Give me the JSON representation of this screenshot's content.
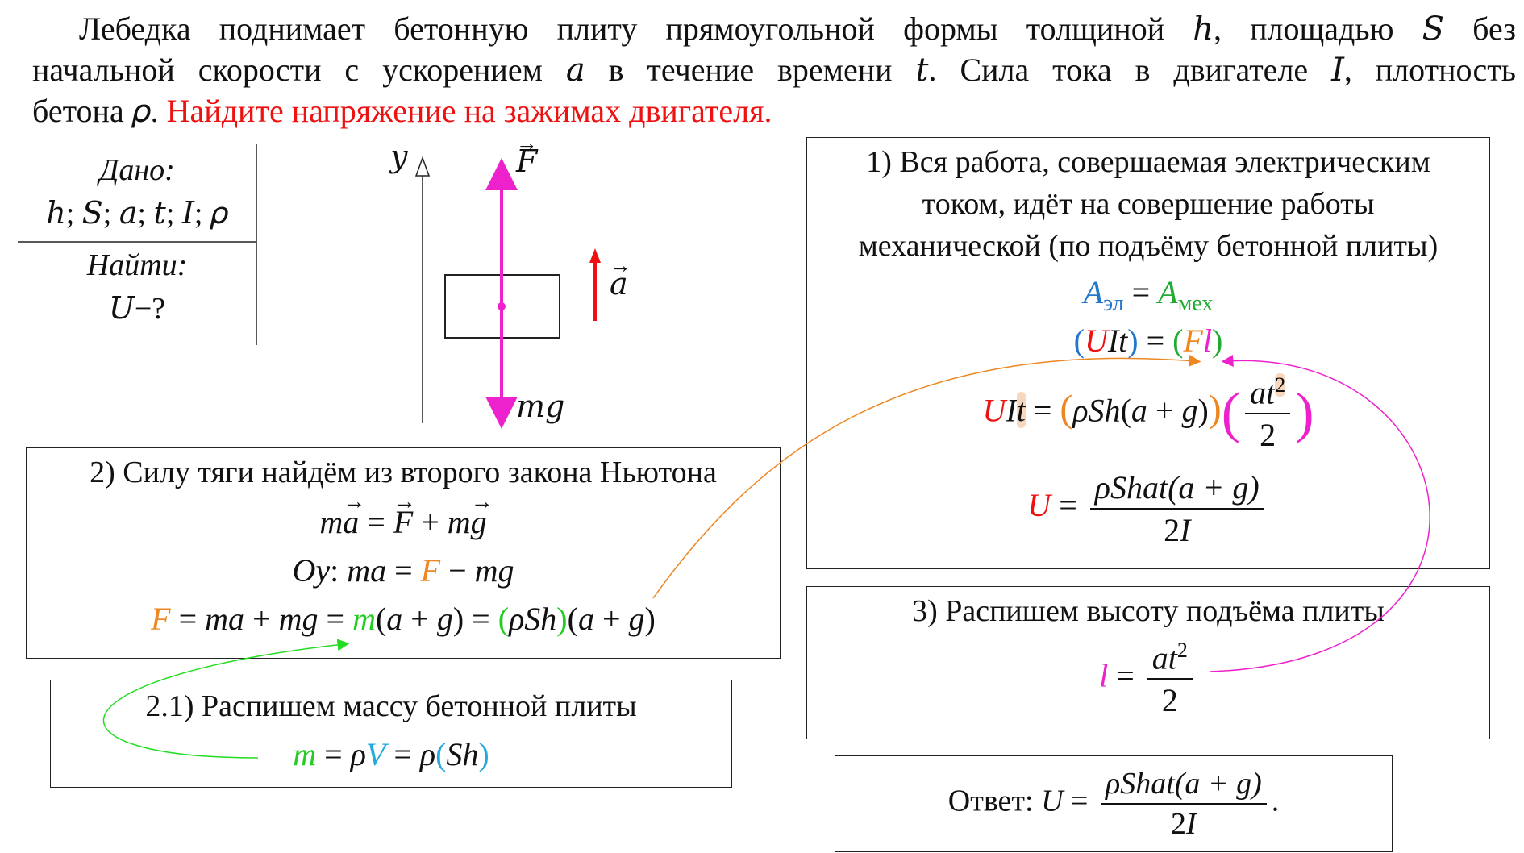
{
  "problem": {
    "line1": "Лебедка поднимает бетонную плиту прямоугольной формы толщиной ℎ, площадью 𝑆 без",
    "line2": "начальной скорости с ускорением 𝑎 в течение времени 𝑡. Сила тока в двигателе 𝐼, плотность",
    "line3_black": "бетона 𝜌.",
    "line3_red": "Найдите напряжение на зажимах двигателя."
  },
  "given": {
    "label_given": "Дано:",
    "values": "ℎ; 𝑆; 𝑎; 𝑡; 𝐼; 𝜌",
    "label_find": "Найти:",
    "unknown": "𝑈−?"
  },
  "diagram": {
    "axis_label": "𝑦",
    "force_label": "𝐹",
    "accel_label": "𝑎",
    "gravity_label": "𝑚𝑔"
  },
  "step1": {
    "text1": "1) Вся работа, совершаемая электрическим",
    "text2": "током, идёт на совершение работы",
    "text3": "механической (по подъёму бетонной плиты)"
  },
  "step2": {
    "title": "2) Силу тяги найдём из второго закона Ньютона"
  },
  "step21": {
    "title": "2.1) Распишем массу бетонной плиты"
  },
  "step3": {
    "title": "3) Распишем высоту подъёма плиты"
  },
  "answer": {
    "label": "Ответ:"
  },
  "colors": {
    "red": "#ee1111",
    "orange": "#ee8622",
    "green": "#22aa33",
    "light_green": "#22cc22",
    "blue": "#2277cc",
    "cyan": "#22aadd",
    "magenta": "#ee22cc"
  }
}
